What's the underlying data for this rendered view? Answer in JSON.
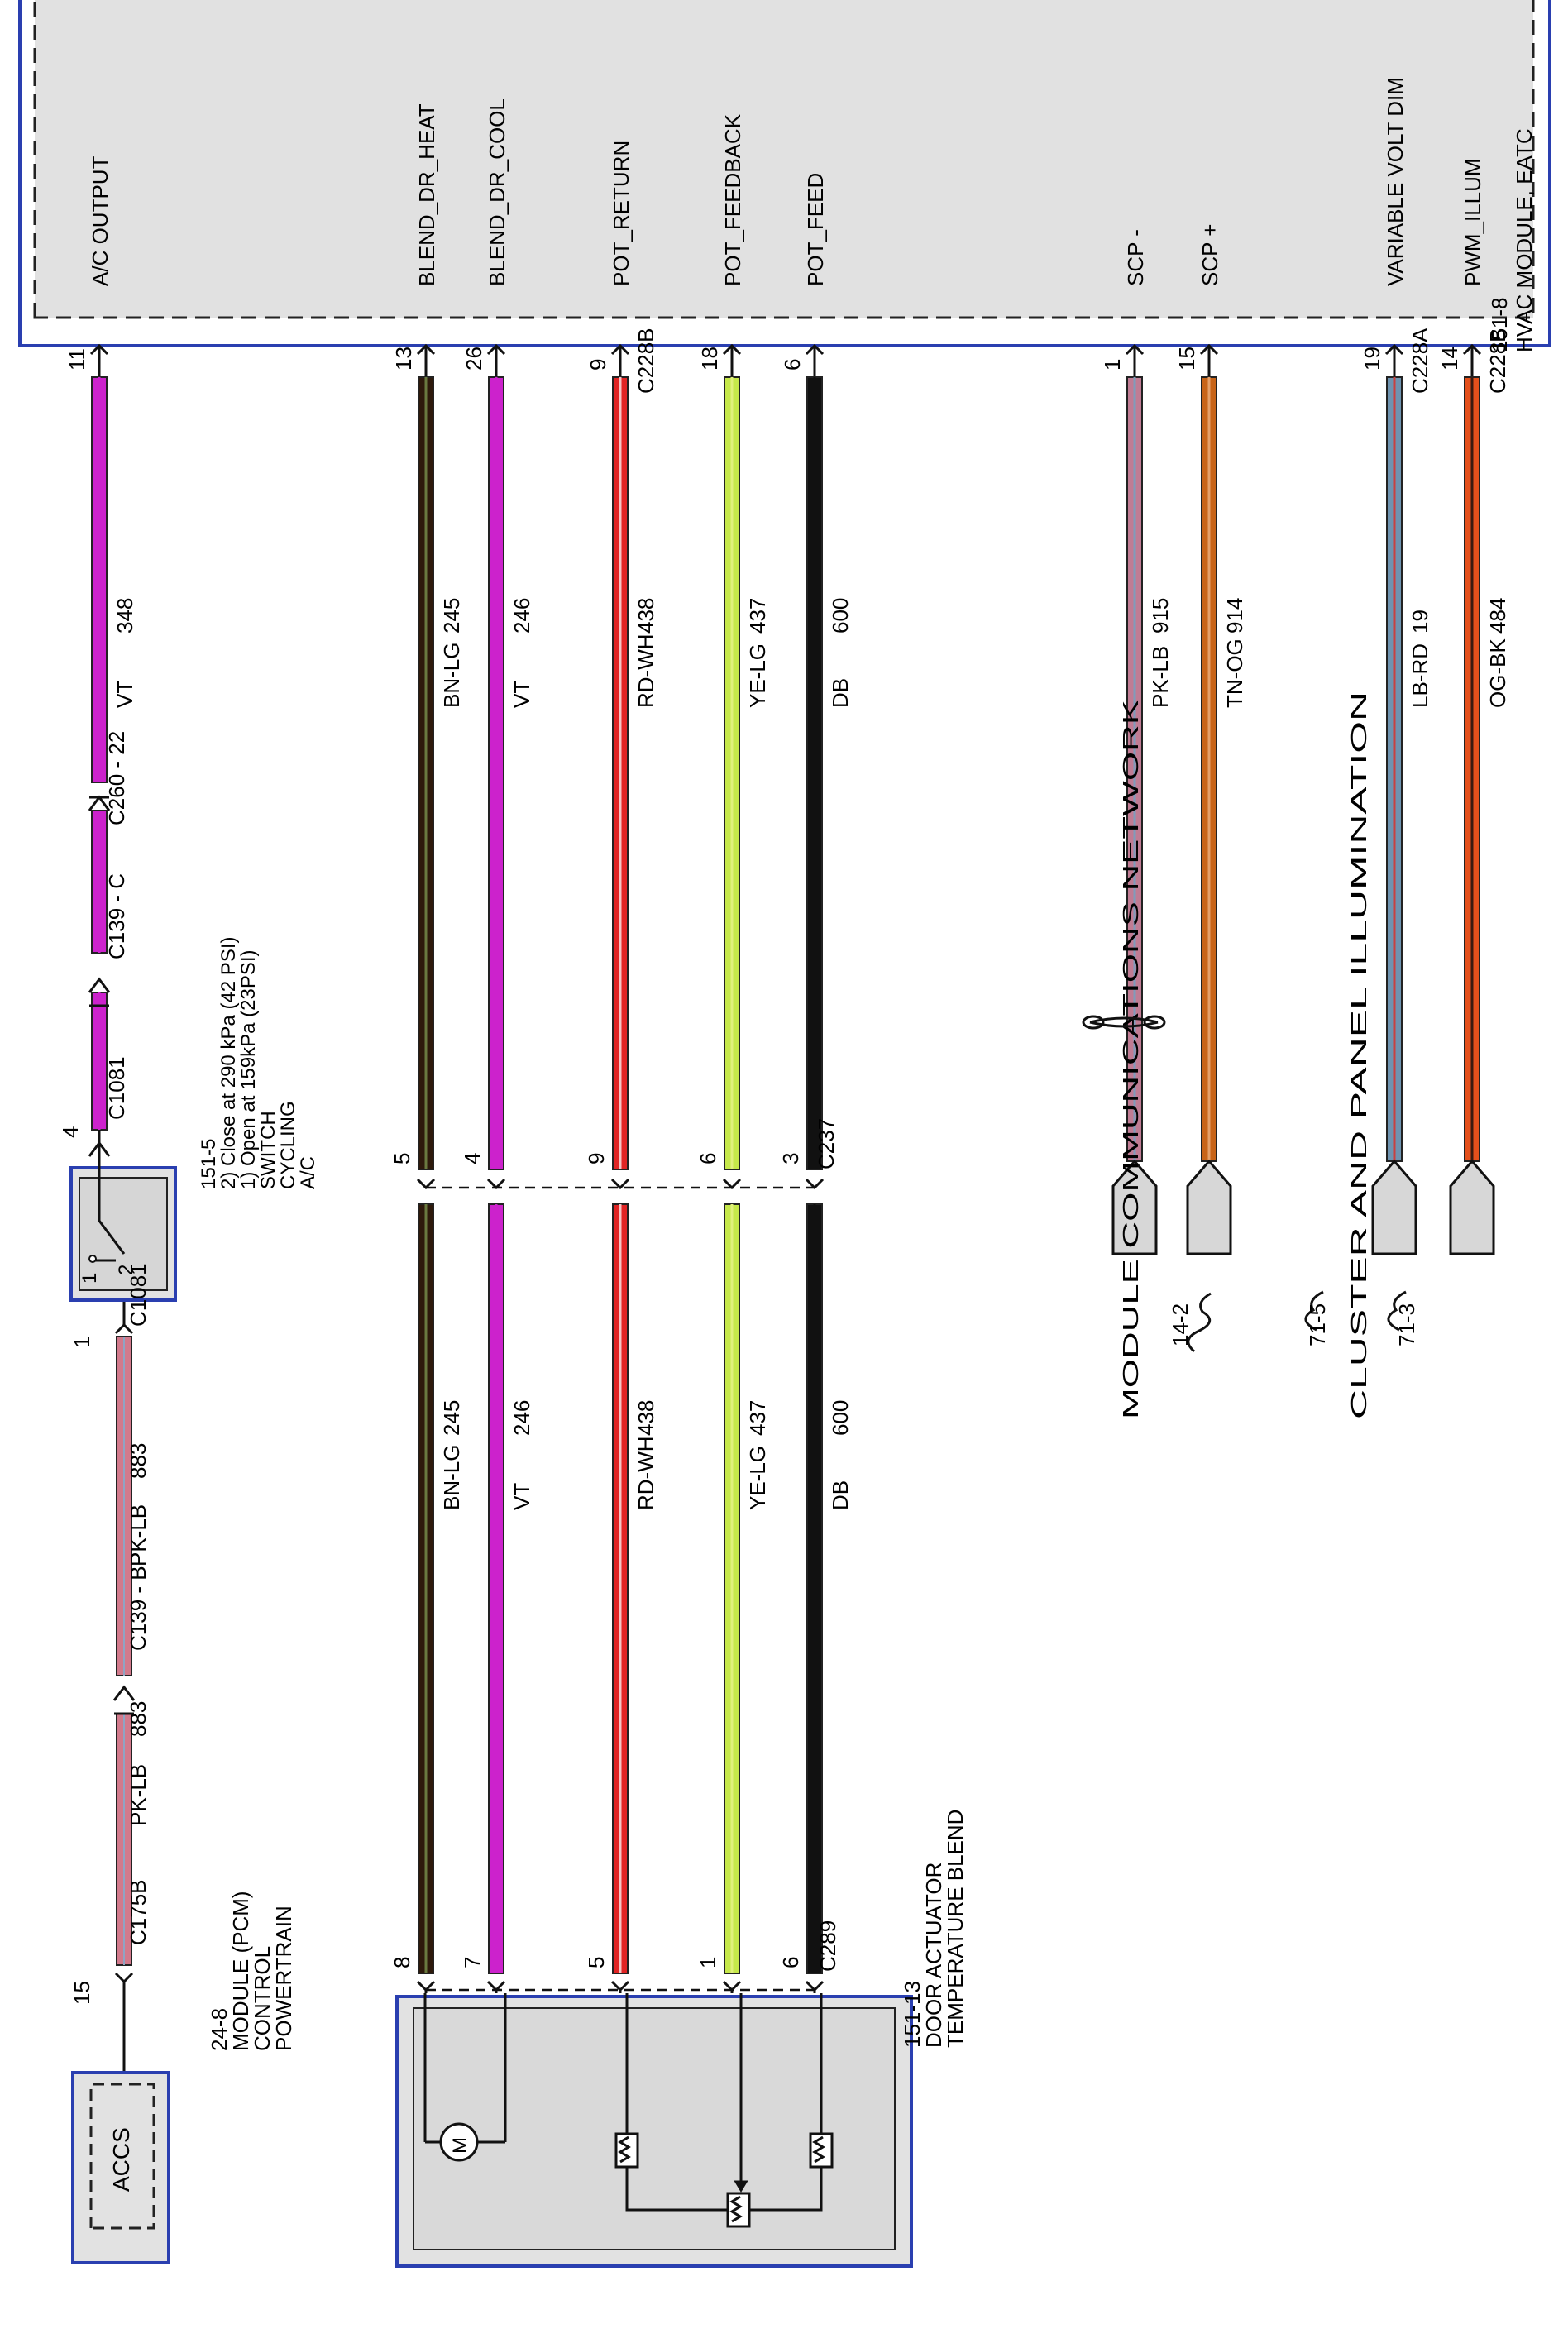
{
  "hvac_module": {
    "title": "HVAC MODULE, EATC",
    "ref": "151-8",
    "pins": [
      {
        "key": "pwm",
        "signal": "PWM_ILLUM",
        "pin": "14",
        "connector": "C228B",
        "circuit": "484",
        "color_code": "OG-BK"
      },
      {
        "key": "vvd",
        "signal": "VARIABLE VOLT DIM",
        "pin": "19",
        "connector": "C228A",
        "circuit": "19",
        "color_code": "LB-RD"
      },
      {
        "key": "scpp",
        "signal": "SCP +",
        "pin": "15",
        "connector": "",
        "circuit": "914",
        "color_code": "TN-OG"
      },
      {
        "key": "scpm",
        "signal": "SCP -",
        "pin": "1",
        "connector": "",
        "circuit": "915",
        "color_code": "PK-LB"
      },
      {
        "key": "feed",
        "signal": "POT_FEED",
        "pin": "6",
        "connector": "",
        "circuit": "600",
        "color_code": "DB"
      },
      {
        "key": "fb",
        "signal": "POT_FEEDBACK",
        "pin": "18",
        "connector": "",
        "circuit": "437",
        "color_code": "YE-LG"
      },
      {
        "key": "ret",
        "signal": "POT_RETURN",
        "pin": "9",
        "connector": "C228B",
        "circuit": "438",
        "color_code": "RD-WH"
      },
      {
        "key": "cool",
        "signal": "BLEND_DR_COOL",
        "pin": "26",
        "connector": "",
        "circuit": "246",
        "color_code": "VT"
      },
      {
        "key": "heat",
        "signal": "BLEND_DR_HEAT",
        "pin": "13",
        "connector": "",
        "circuit": "245",
        "color_code": "BN-LG"
      },
      {
        "key": "ac",
        "signal": "A/C OUTPUT",
        "pin": "11",
        "connector": "",
        "circuit": "348",
        "color_code": "VT"
      }
    ]
  },
  "wire_colors": {
    "pwm": [
      "#e4501c",
      "#3a1a10"
    ],
    "vvd": [
      "#6f93b0",
      "#c94040"
    ],
    "scpp": [
      "#c86418",
      "#e4a06a"
    ],
    "scpm": [
      "#c07c94",
      "#7f9cbb"
    ],
    "feed": [
      "#111111",
      "#111111"
    ],
    "fb": [
      "#c6e84a",
      "#e0f07c"
    ],
    "ret": [
      "#e02424",
      "#f4c4c4"
    ],
    "cool": [
      "#cc22cc",
      "#cc22cc"
    ],
    "heat": [
      "#2e1a0c",
      "#6a7a40"
    ],
    "ac": [
      "#cc22cc",
      "#cc22cc"
    ],
    "pcm": [
      "#d27a8c",
      "#8fa4c4"
    ]
  },
  "panel_illumination": {
    "label": "CLUSTER AND PANEL ILLUMINATION",
    "ref_a": "71-3",
    "ref_b": "71-5"
  },
  "module_comm": {
    "label": "MODULE COMMUNICATIONS NETWORK",
    "ref": "14-2"
  },
  "c237": {
    "connector": "C237",
    "pins": {
      "feed": "3",
      "fb": "6",
      "ret": "9",
      "cool": "4",
      "heat": "5"
    }
  },
  "c289": {
    "connector": "C289",
    "pins": {
      "feed": "6",
      "fb": "1",
      "ret": "5",
      "cool": "7",
      "heat": "8"
    }
  },
  "ac_inline": {
    "c260": "C260 - 22",
    "c139c": "C139 - C",
    "c1081a": "C1081",
    "pin4": "4"
  },
  "ac_switch": {
    "name": "A/C CYCLING SWITCH",
    "line1": "A/C",
    "line2": "CYCLING",
    "line3": "SWITCH",
    "note1": "1) Open at 159kPa (23PSI)",
    "note2": "2) Close at 290 kPa (42 PSI)",
    "ref": "151-5",
    "term_a": "1",
    "term_b": "2"
  },
  "pcm_run": {
    "connector_top": "C1081",
    "pin1": "1",
    "circuit": "883",
    "color_code": "PK-LB",
    "c139b": "C139 - B",
    "connector_bottom": "C175B",
    "pin15": "15"
  },
  "pcm": {
    "line1": "POWERTRAIN",
    "line2": "CONTROL",
    "line3": "MODULE (PCM)",
    "ref": "24-8",
    "inner": "ACCS"
  },
  "actuator": {
    "line1": "TEMPERATURE BLEND",
    "line2": "DOOR ACTUATOR",
    "ref": "151-13"
  }
}
